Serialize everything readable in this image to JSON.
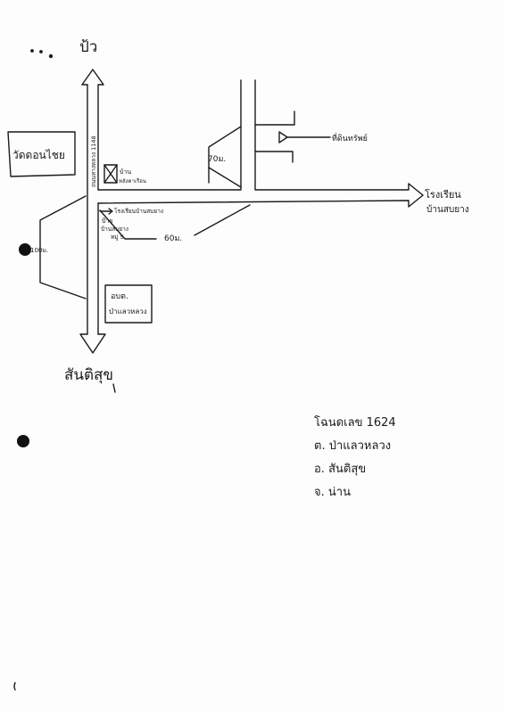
{
  "labels": {
    "north_destination": "ป้ว",
    "south_destination": "สันติสุข",
    "temple": "วัดดอนไชย",
    "main_road": "ถนนทางหลวง 1148",
    "house": "บ้าน",
    "house_owner": "หลังคาเรือน",
    "land_parcel": "ที่ดินทรัพย์",
    "school_arrow": "โรงเรียนบ้านสบยาง",
    "village_sign_line1": "ป้าย",
    "village_sign_line2": "บ้านสบยาง",
    "village_sign_line3": "หมู่ 5",
    "dist_70": "70ม.",
    "dist_60": "60ม.",
    "dist_100": "100ม.",
    "school_line1": "โรงเรียน",
    "school_line2": "บ้านสบยาง",
    "tambon_office_line1": "อบต.",
    "tambon_office_line2": "ป่าแลวหลวง"
  },
  "notes": {
    "deed": "โฉนดเลข  1624",
    "tambon": "ต. ป่าแลวหลวง",
    "amphoe": "อ. สันติสุข",
    "province": "จ. น่าน"
  }
}
